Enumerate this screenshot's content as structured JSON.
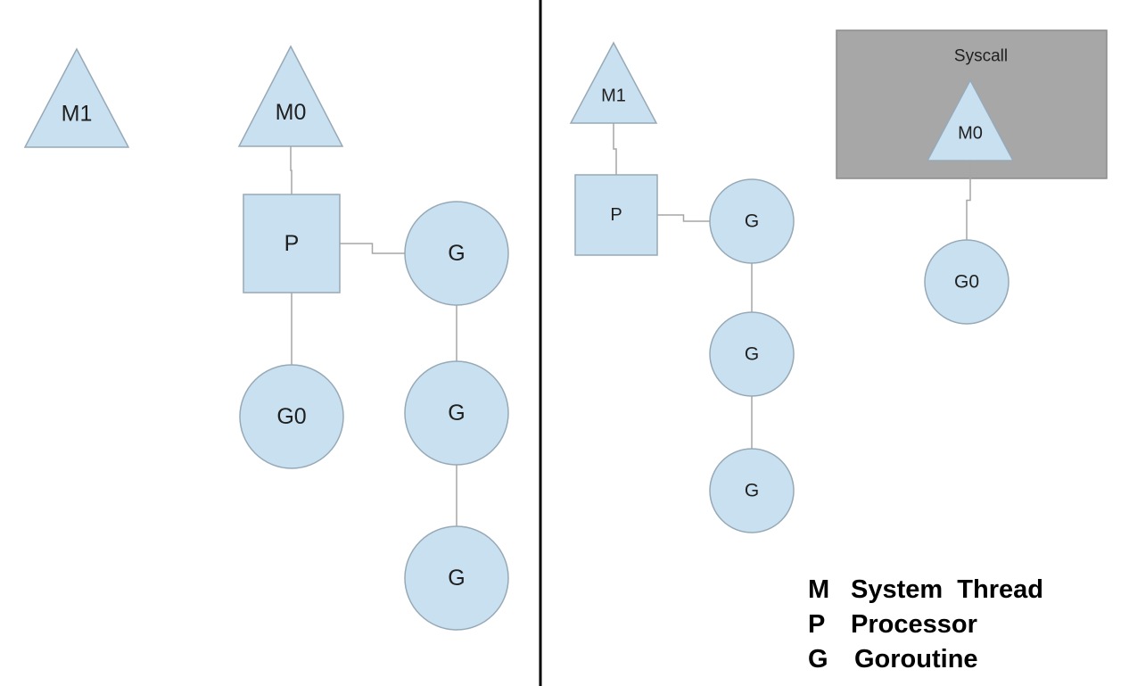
{
  "colors": {
    "node_fill": "#c8e0f0",
    "node_stroke": "#97a9b6",
    "edge": "#a6a6a6",
    "syscall_box": "#a7a7a7",
    "divider": "#000000"
  },
  "left_panel": {
    "nodes": [
      {
        "id": "L-M1",
        "kind": "thread",
        "label": "M1"
      },
      {
        "id": "L-M0",
        "kind": "thread",
        "label": "M0"
      },
      {
        "id": "L-P",
        "kind": "processor",
        "label": "P"
      },
      {
        "id": "L-G0",
        "kind": "goroutine",
        "label": "G0"
      },
      {
        "id": "L-G1",
        "kind": "goroutine",
        "label": "G"
      },
      {
        "id": "L-G2",
        "kind": "goroutine",
        "label": "G"
      },
      {
        "id": "L-G3",
        "kind": "goroutine",
        "label": "G"
      }
    ],
    "edges": [
      [
        "L-M0",
        "L-P"
      ],
      [
        "L-P",
        "L-G1"
      ],
      [
        "L-P",
        "L-G0"
      ],
      [
        "L-G1",
        "L-G2"
      ],
      [
        "L-G2",
        "L-G3"
      ]
    ]
  },
  "right_panel": {
    "syscall_label": "Syscall",
    "nodes": [
      {
        "id": "R-M1",
        "kind": "thread",
        "label": "M1"
      },
      {
        "id": "R-M0",
        "kind": "thread",
        "label": "M0"
      },
      {
        "id": "R-P",
        "kind": "processor",
        "label": "P"
      },
      {
        "id": "R-G1",
        "kind": "goroutine",
        "label": "G"
      },
      {
        "id": "R-G2",
        "kind": "goroutine",
        "label": "G"
      },
      {
        "id": "R-G3",
        "kind": "goroutine",
        "label": "G"
      },
      {
        "id": "R-G0",
        "kind": "goroutine",
        "label": "G0"
      }
    ],
    "edges": [
      [
        "R-M1",
        "R-P"
      ],
      [
        "R-P",
        "R-G1"
      ],
      [
        "R-G1",
        "R-G2"
      ],
      [
        "R-G2",
        "R-G3"
      ],
      [
        "R-M0",
        "R-G0"
      ]
    ]
  },
  "legend": [
    {
      "key": "M",
      "text": "System  Thread"
    },
    {
      "key": "P",
      "text": "Processor"
    },
    {
      "key": "G",
      "text": "Goroutine"
    }
  ]
}
